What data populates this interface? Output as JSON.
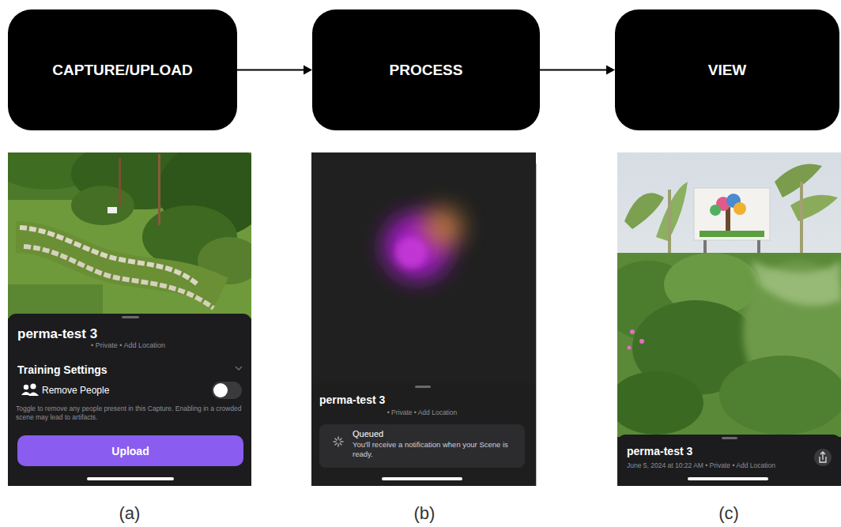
{
  "diagram": {
    "nodes": [
      {
        "text": [
          "CAPTURE/UPLOAD"
        ]
      },
      {
        "text": [
          "PROCESS"
        ]
      },
      {
        "text": [
          "VIEW"
        ]
      }
    ],
    "edges": [
      {
        "from": 0,
        "to": 1,
        "arrow": "to"
      },
      {
        "from": 1,
        "to": 2,
        "arrow": "to"
      }
    ],
    "labels": [
      "perma-test 3",
      "• Private • Add Location",
      "Training Settings",
      "Remove People",
      "Toggle to remove any people present in this Capture. Enabling in a crowded scene may lead to artifacts.",
      "Upload",
      "perma-test 3",
      "• Private • Add Location",
      "Queued",
      "You'll receive a notification when your Scene is ready.",
      "perma-test 3",
      "June 5, 2024 at 10:22 AM • Private • Add Location",
      "(a)",
      "(b)",
      "(c)"
    ]
  }
}
